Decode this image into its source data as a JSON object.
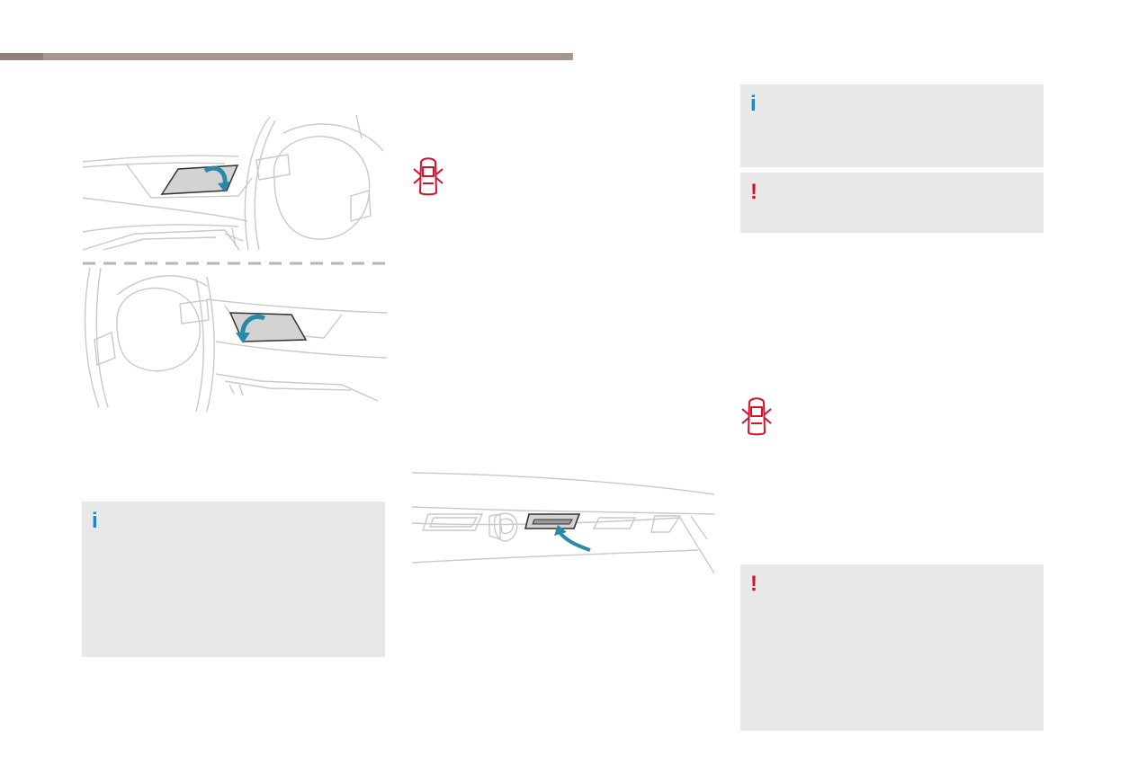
{
  "page": {
    "accent_bar_color": "#a69890",
    "info_color": "#1e85c8",
    "warning_color": "#d4122c",
    "box_background": "#e8e8e8"
  },
  "illustrations": [
    {
      "name": "interior-door-handles",
      "icon": "door-handle-illustration"
    },
    {
      "name": "tailgate-release",
      "icon": "tailgate-switch-illustration"
    }
  ],
  "notices": {
    "info_glyph": "i",
    "warning_glyph": "!"
  },
  "icons": {
    "door_open_warning": "door-open-warning-icon"
  }
}
